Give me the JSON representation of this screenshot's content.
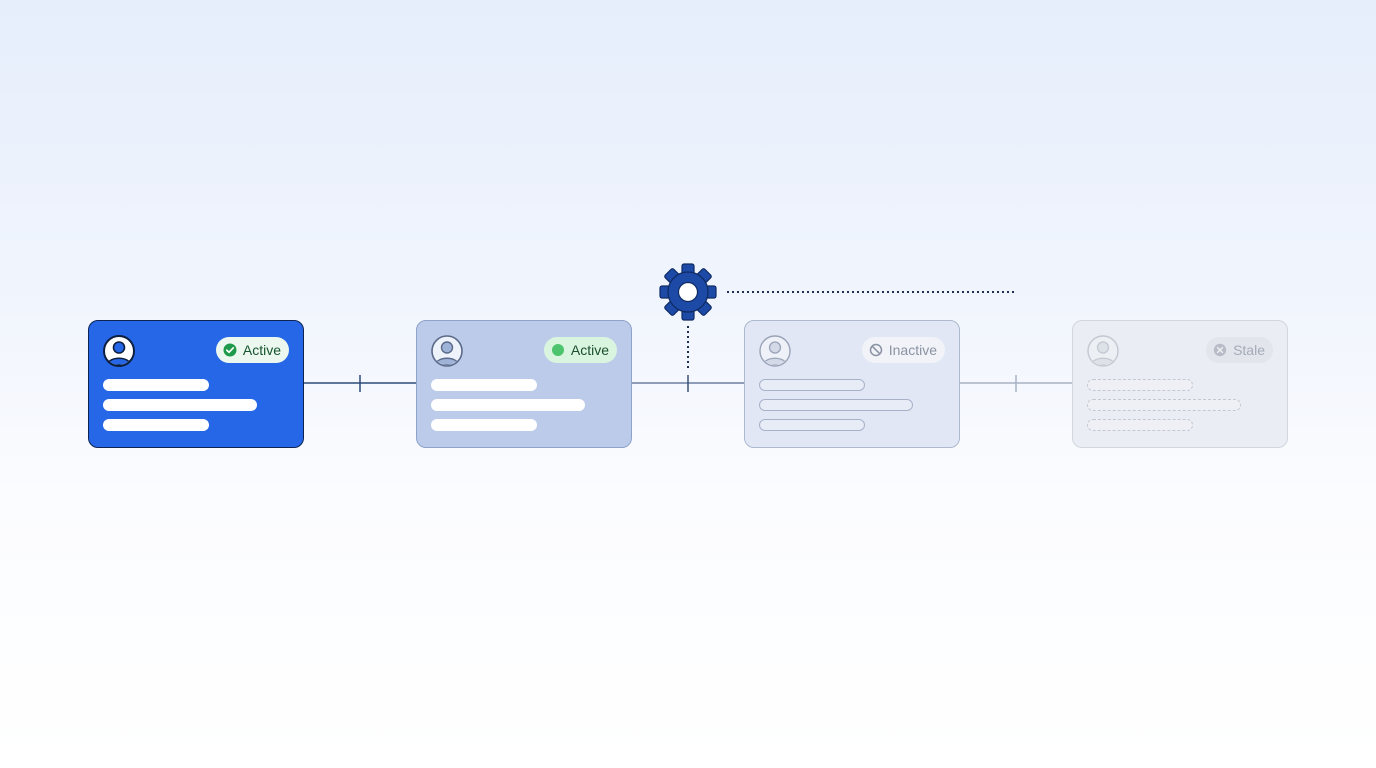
{
  "cards": [
    {
      "status": "Active",
      "status_icon": "check-circle-icon",
      "state": "active"
    },
    {
      "status": "Active",
      "status_icon": "green-dot-icon",
      "state": "active-faded"
    },
    {
      "status": "Inactive",
      "status_icon": "prohibited-icon",
      "state": "inactive"
    },
    {
      "status": "Stale",
      "status_icon": "x-circle-icon",
      "state": "stale"
    }
  ],
  "colors": {
    "active_card": "#2667e8",
    "faded_card": "#bccbea",
    "inactive_card": "#e1e7f5",
    "stale_card": "#eaedf3",
    "gear": "#1c4aa6",
    "active_green": "#1f9a4a"
  }
}
